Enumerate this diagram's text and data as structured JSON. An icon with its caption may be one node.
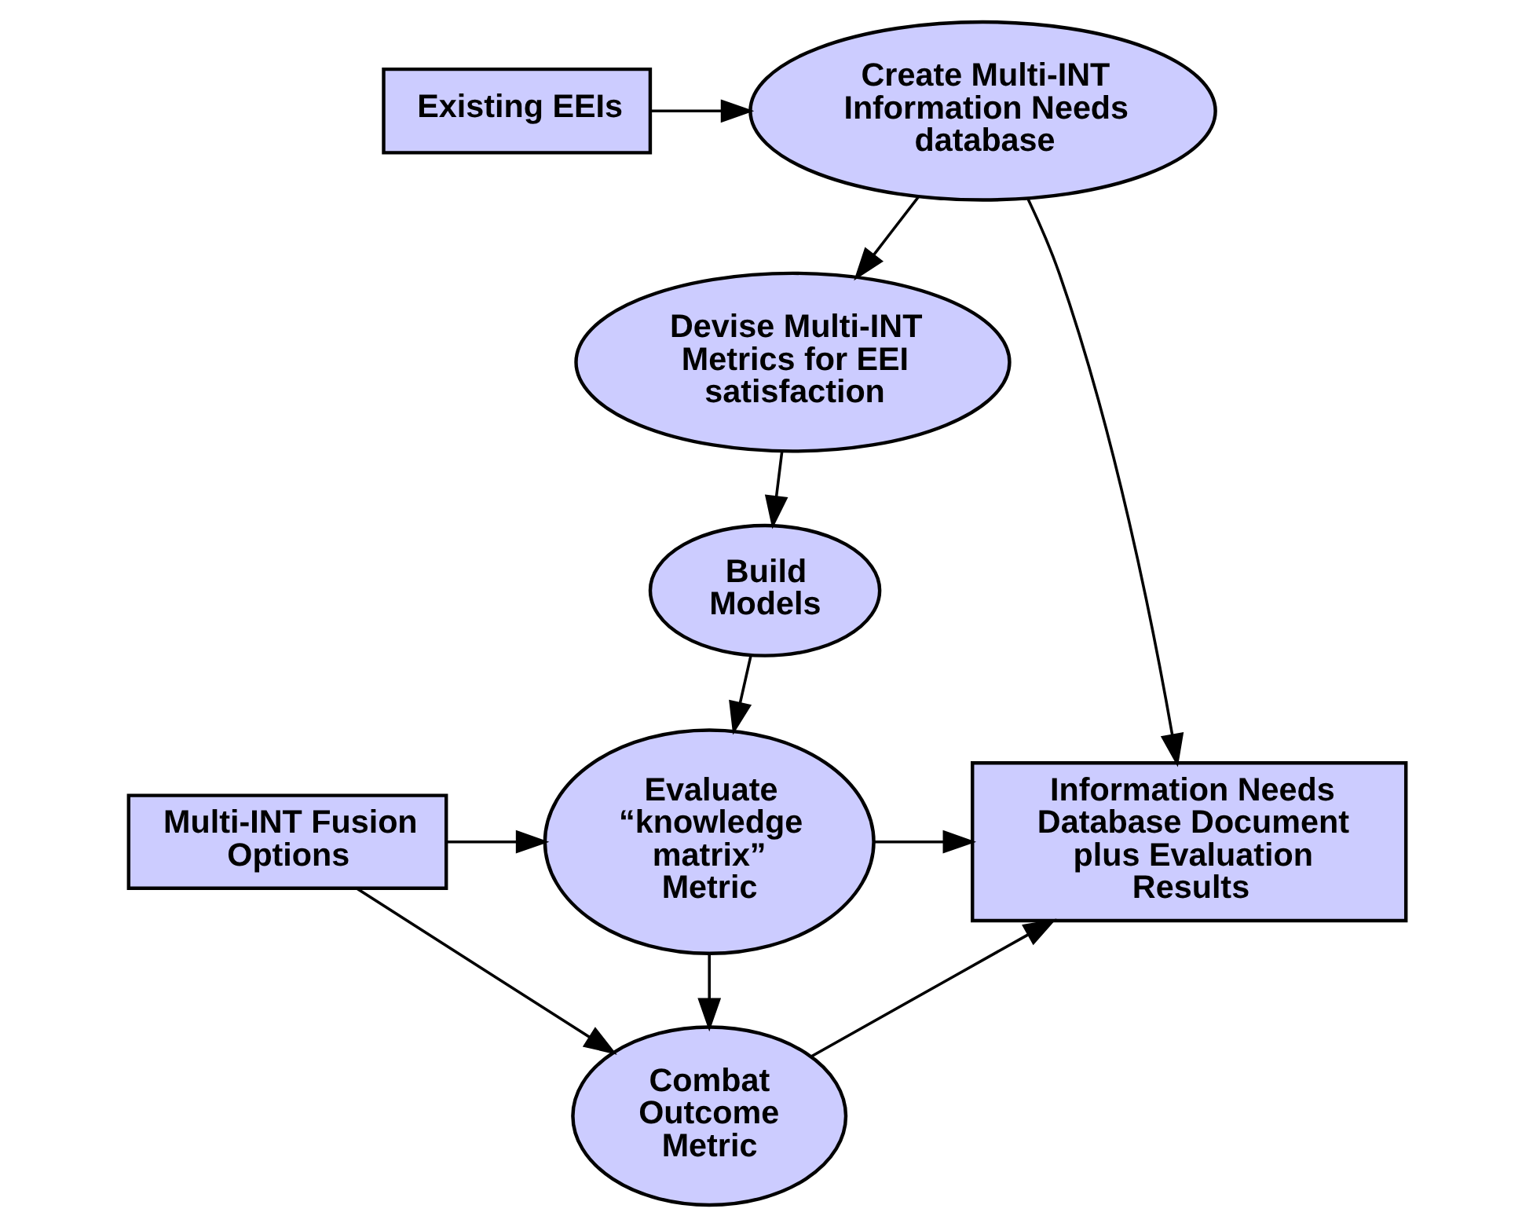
{
  "diagram": {
    "nodes": [
      {
        "text": [
          "Existing EEIs"
        ]
      },
      {
        "text": [
          "Create Multi-INT Information Needs database"
        ]
      },
      {
        "text": [
          "Devise Multi-INT Metrics for EEI satisfaction"
        ]
      },
      {
        "text": [
          "Build Models"
        ]
      },
      {
        "text": [
          "Multi-INT Fusion Options"
        ]
      },
      {
        "text": [
          "Evaluate “knowledge matrix” Metric"
        ]
      },
      {
        "text": [
          "Information Needs Database Document plus Evaluation Results"
        ]
      },
      {
        "text": [
          "Combat Outcome Metric"
        ]
      }
    ],
    "edges": [
      {
        "from": 0,
        "to": 1,
        "arrow": "to"
      },
      {
        "from": 1,
        "to": 2,
        "arrow": "to"
      },
      {
        "from": 2,
        "to": 3,
        "arrow": "to"
      },
      {
        "from": 3,
        "to": 5,
        "arrow": "to"
      },
      {
        "from": 4,
        "to": 5,
        "arrow": "to"
      },
      {
        "from": 4,
        "to": 7,
        "arrow": "to"
      },
      {
        "from": 5,
        "to": 6,
        "arrow": "to"
      },
      {
        "from": 5,
        "to": 7,
        "arrow": "to"
      },
      {
        "from": 1,
        "to": 6,
        "arrow": "to"
      },
      {
        "from": 7,
        "to": 6,
        "arrow": "to"
      }
    ]
  }
}
